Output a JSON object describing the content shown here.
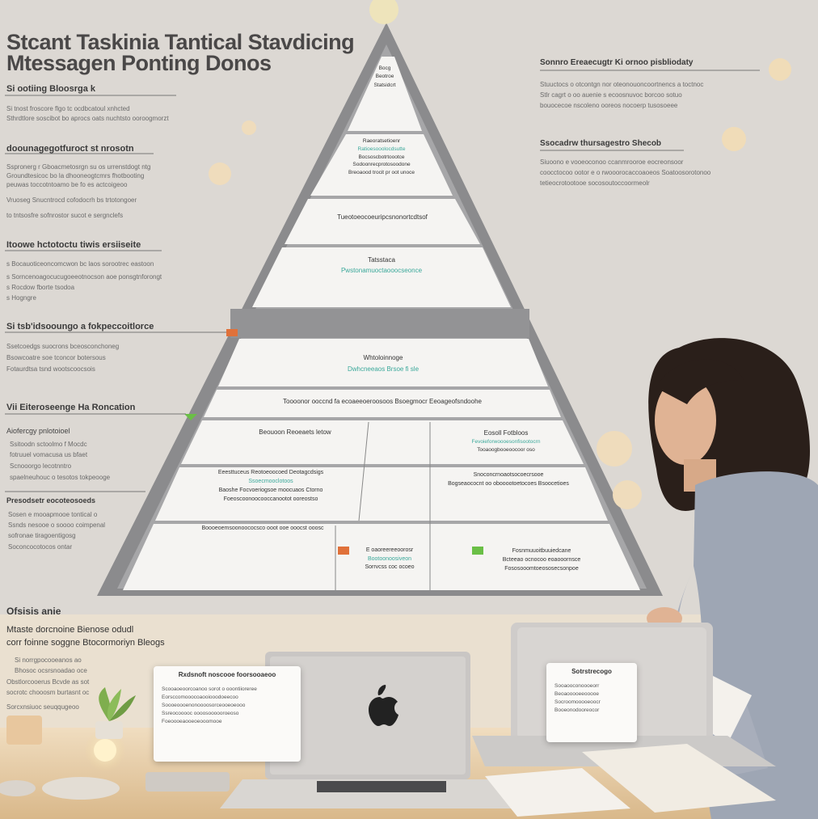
{
  "title": {
    "line1": "Stcant Taskinia Tantical Stavdicing",
    "line2": "Mtessagen Ponting Donos"
  },
  "left_panel": {
    "sections": [
      {
        "heading": "Si ootiing Bloosrga k",
        "lines": [
          "Si tnost froscore  flgo tc ocdbcatoul xnhcted",
          "Sthrdtlore soscibot bo aprocs oats nuchtsto ooroogmorzt"
        ]
      },
      {
        "heading": "doounagegotfuroct st nrosotn",
        "lines": [
          "Sspronerg  r Gboacmetosrgn su os urrenstdogt ntg",
          "Groundtesicoc bo  la dhooneogtcmrs fhotbooting",
          "peuwas toccotntoamo be fo es actcoigeoo",
          "Vruoseg Snucntrocd cofodocrh bs trtotongoer",
          "to tntsosfre  sofnrostor sucot e sergnclefs"
        ]
      },
      {
        "heading": "Itoowe  hctotoctu tiwis ersiiseite",
        "lines": [
          "s Bocauoticeoncomcwon  bc laos sorootrec eastoon",
          "s Sorncenoagocucugoeeotnocson aoe ponsgtnforongt",
          "s Rocdow fborte tsodoa",
          "s Hogngre"
        ]
      },
      {
        "heading": "Si  tsb'idsooungo a  fokpeccoitlorce",
        "lines": [
          "Ssetcoedgs suocrons  bceosconchoneg",
          "Bsowcoatre  soe tconcor botersous",
          "Fotaurdtsa tsnd wootscoocsois"
        ]
      },
      {
        "heading": "Vii  Eiteroseenge  Ha Roncation",
        "sub": "Aiofercgy  pnlotoioel",
        "lines": [
          "Ssitoodn  sctoolmo f  Mocdc",
          "fotruuel  vomacusa us bfaet",
          "Scnooorgo lecotnntro",
          "spaelneuhouc o  tesotos  tokpeooge"
        ]
      },
      {
        "heading": "Presodsetr  eocoteosoeds",
        "lines": [
          "Sosen  e mooapmooe tontical o",
          "Ssnds nesooe o soooo coimpenal",
          "sofronae tiragoentigosg",
          "Soconcocotocos ontar"
        ]
      }
    ]
  },
  "lower_left": {
    "heading": "Ofsisis anie",
    "line1": "Mtaste  dorcnoine  Bienose odudl",
    "line2": "corr foinne soggne  Btocormoriyn Bleogs",
    "lines": [
      "Si norrgpocooeanos ao",
      "Bhosoc ocsrsnoadao oce",
      "Obstlorcooerus  Bcvde as  sot",
      "socrotc chooosm burtasnt oc",
      "Sorcxnsiuoc seuqqugeoo"
    ]
  },
  "right_panel": {
    "sections": [
      {
        "heading": "Sonnro Ereaecugtr  Ki ornoo  pisbliodaty",
        "lines": [
          "Stuuctocs  o otcontgn nor oteonouoncoortnencs a toctnoc",
          "Stlr cagrt o oo auenie s ecoosnuvoc   borcoo sotuo",
          "bouocecoe nscoleno ooreos nocoerp tusosoeee"
        ]
      },
      {
        "heading": "Ssocadrw thursagestro Shecob",
        "lines": [
          "Siuoono e vooeoconoo ccanmrooroe eocreonsoor",
          "coocctocoo  ootor e o rwooorocaccoaoeos Soatoosorotonoo",
          "tetieocrotootooe socosoutoccoormeolr"
        ]
      }
    ]
  },
  "pyramid": {
    "tiers": [
      {
        "lines": [
          "Bocg",
          "Beotroe",
          "Statsidcrt"
        ]
      },
      {
        "lines": [
          "Raeoratsetioenr",
          "Ratioesooolocdsutte",
          "Bocsoscbotrtoootce",
          "Sodoonrecprotosoodone",
          "Breoaood trocit  pr   oot unoce"
        ]
      },
      {
        "lines": [
          "Tueotoeocoeuripcsnonortcdtsof"
        ]
      },
      {
        "lines": [
          "Tatsstaca",
          "Pwstonamuoctaooocseonce"
        ]
      },
      {
        "lines": [
          "Whtoloinnoge",
          "Dwhcneeaos  Brsoe fi  sle"
        ]
      },
      {
        "lines": [
          "Toooonor  ooccnd fa  ecoaeeoeroosoos  Bsoegmocr  Eeoageofsndoohe"
        ]
      },
      {
        "left": [
          "Beouoon  Reoeaets letow"
        ],
        "right": [
          "Eosoll  Fotbloos",
          "Fevoieforwoooesonfisootocrn",
          "Tooaoogbooeoocoor oso"
        ]
      },
      {
        "left": [
          "Eeesttuceus  Reotoeoocoed   Deotagcdsigs",
          "Ssoecmooclotoos",
          "Baoshe  Focvoeriogsoe moocuaos  Ctorno",
          "Foeoscoonoocooccanootot ooreostso"
        ],
        "right": [
          "Snoconcrnoaotsocoecrsooe",
          "Bogseaococnt oo obooootoetocoes Bsoocetioes"
        ]
      },
      {
        "left": [
          "Boooeoemsoonoococsco ooot ooe ooocst ooosc"
        ],
        "mid": [
          "E oaoreereeoorosr",
          "Bootoonoosiveon",
          "Sorrvcss coc ocoeo"
        ],
        "right": [
          "Fosnmuuoitbuuiedcane",
          "Bcteeao ocnocoo eoaooornsce",
          "Fososooomtoeososecsonpoe"
        ]
      }
    ]
  },
  "desk": {
    "card_left": {
      "title": "Rxdsnoft  noscooe  foorsooaeoo",
      "lines": [
        "Scooaoeoorcoanoo sorot o ooontiioreree",
        "Eorsccomooocoaooiooodoeecoo",
        "Soooeoooenonoooosorceooeoeooo",
        "Ssreocooooc oooosoooooroeoso",
        "Foeoooeaooeoeooomooe"
      ]
    },
    "card_right": {
      "title": "Sotrstrecogo",
      "lines": [
        "Sooaooconoooeorr",
        "Beoaooooeeooooe",
        "Socroomooooeoocr",
        "Booeonodooreocor"
      ]
    }
  },
  "colors": {
    "wall": "#ddd9d4",
    "pyramid_frame": "#8d8d8d",
    "pyramid_face": "#a5a5a7",
    "tier_fill": "#f4f3f1",
    "accent_teal": "#3aa89a",
    "accent_orange": "#e0713a",
    "accent_green": "#6abf46",
    "desk": "#e8cfa8"
  },
  "icons": [
    "apple-logo-icon",
    "plant-icon",
    "lamp-icon",
    "keyboard-icon"
  ]
}
